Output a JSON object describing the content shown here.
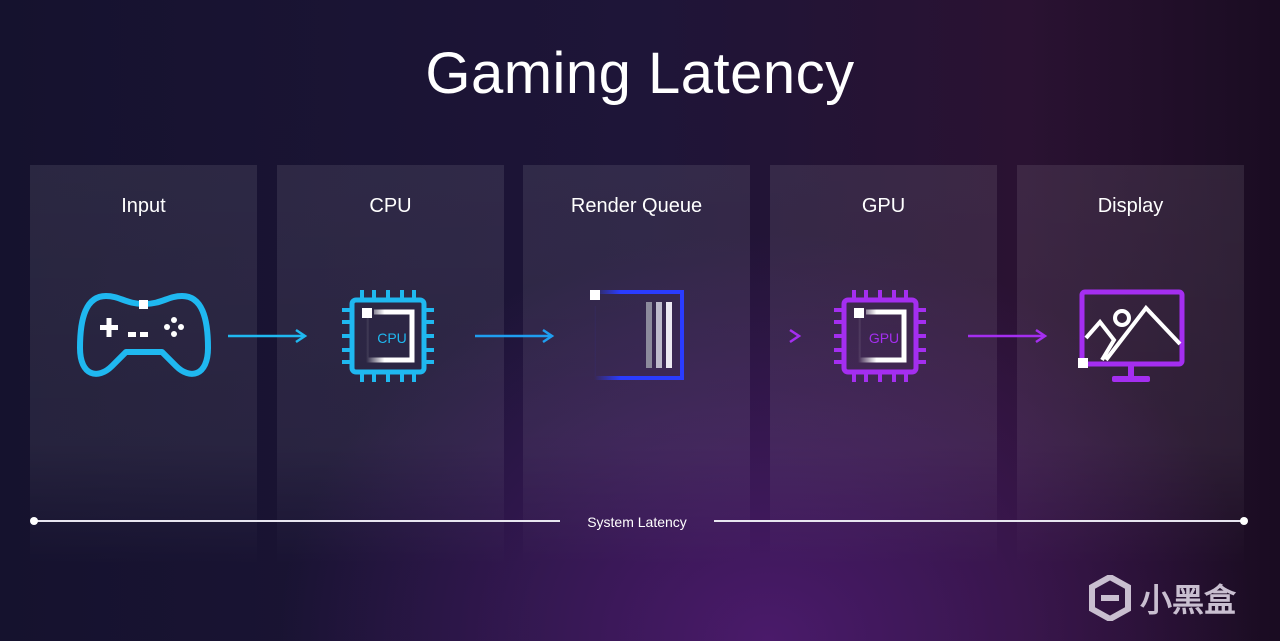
{
  "title": "Gaming Latency",
  "stages": [
    {
      "label": "Input",
      "icon": "gamepad-icon",
      "color": "#1fb8f0"
    },
    {
      "label": "CPU",
      "icon": "cpu-chip-icon",
      "chip_text": "CPU",
      "color": "#1fb8f0"
    },
    {
      "label": "Render Queue",
      "icon": "render-queue-icon",
      "color": "#2a3cff"
    },
    {
      "label": "GPU",
      "icon": "gpu-chip-icon",
      "chip_text": "GPU",
      "color": "#a42ef0"
    },
    {
      "label": "Display",
      "icon": "monitor-icon",
      "color": "#a42ef0"
    }
  ],
  "latency_label": "System Latency",
  "watermark": "小黑盒"
}
